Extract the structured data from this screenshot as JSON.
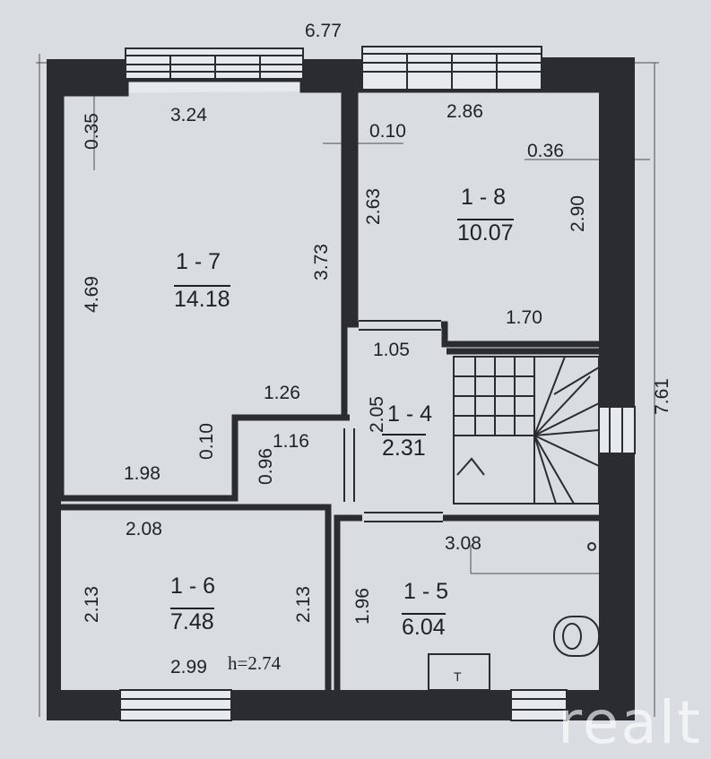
{
  "plan": {
    "overall_width": "6.77",
    "overall_height": "7.61",
    "ceiling_height": "h=2.74",
    "rooms": [
      {
        "id": "1 - 7",
        "area": "14.18",
        "dims": {
          "top": "3.24",
          "left": "4.69",
          "right": "3.73",
          "bottom": "1.98",
          "step": "1.26",
          "step2": "0.10",
          "wall_top": "0.35"
        }
      },
      {
        "id": "1 - 8",
        "area": "10.07",
        "dims": {
          "top": "2.86",
          "left": "2.63",
          "right": "2.90",
          "bottom": "1.70",
          "wall": "0.10",
          "wall_right": "0.36"
        }
      },
      {
        "id": "1 - 4",
        "area": "2.31",
        "dims": {
          "top": "1.05",
          "left": "2.05",
          "side": "1.16",
          "step": "0.96"
        }
      },
      {
        "id": "1 - 6",
        "area": "7.48",
        "dims": {
          "top": "2.08",
          "left": "2.13",
          "right": "2.13",
          "bottom": "2.99"
        }
      },
      {
        "id": "1 - 5",
        "area": "6.04",
        "dims": {
          "top": "3.08",
          "left": "1.96"
        }
      }
    ],
    "stair_label": "T"
  },
  "watermark": "realt"
}
